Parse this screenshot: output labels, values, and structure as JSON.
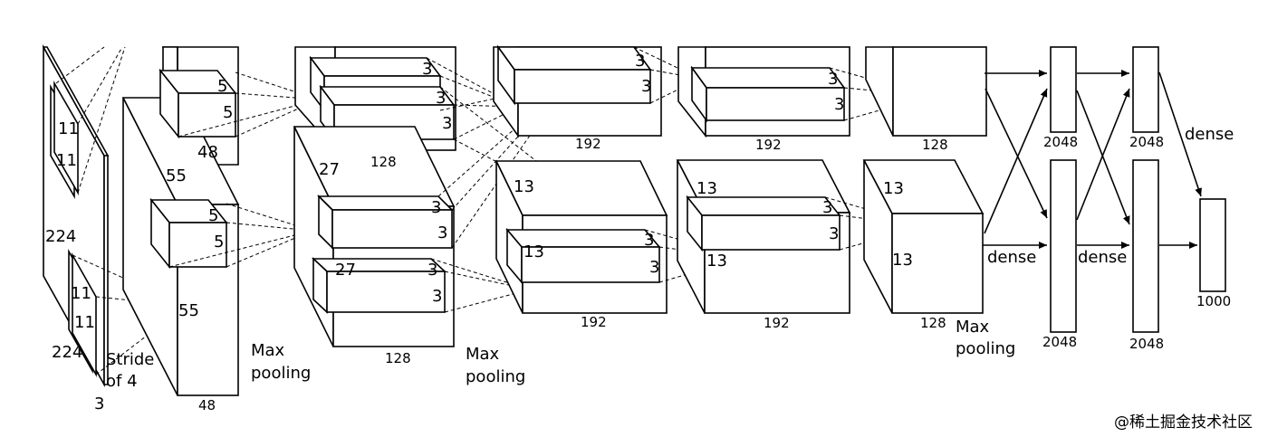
{
  "labels": {
    "input": {
      "height": "224",
      "width": "224",
      "depth": "3",
      "kernel_h": "11",
      "kernel_w": "11",
      "kernel2_h": "11",
      "kernel2_w": "11",
      "stride": "Stride\nof 4"
    },
    "conv1": {
      "size_a": "55",
      "size_b": "55",
      "depth": "48",
      "depth2": "48",
      "kernel_a1": "5",
      "kernel_a2": "5",
      "kernel_b1": "5",
      "kernel_b2": "5",
      "pool": "Max\npooling"
    },
    "conv2": {
      "size_a": "27",
      "size_b": "27",
      "depth_top": "128",
      "depth_bot": "128",
      "k1": "3",
      "k2": "3",
      "k3": "3",
      "k4": "3",
      "k5": "3",
      "k6": "3",
      "pool": "Max\npooling"
    },
    "conv3": {
      "depth_top": "192",
      "depth_bot": "192",
      "size": "13",
      "size2": "13",
      "k1": "3",
      "k2": "3",
      "k3": "3",
      "k4": "3"
    },
    "conv4": {
      "depth_top": "192",
      "depth_bot": "192",
      "size": "13",
      "size2": "13",
      "k1": "3",
      "k2": "3",
      "k3": "3",
      "k4": "3"
    },
    "conv5": {
      "depth_top": "128",
      "depth_bot": "128",
      "size": "13",
      "size2": "13",
      "pool": "Max\npooling"
    },
    "fc": {
      "fc1_top": "2048",
      "fc1_bot": "2048",
      "fc2_top": "2048",
      "fc2_bot": "2048",
      "out": "1000",
      "dense1": "dense",
      "dense2": "dense",
      "dense3": "dense"
    }
  },
  "watermark": "@稀土掘金技术社区"
}
